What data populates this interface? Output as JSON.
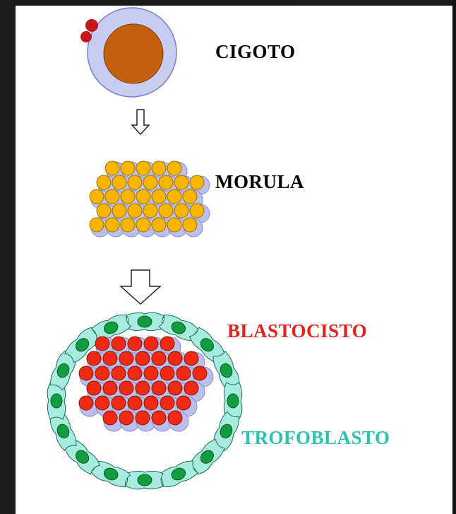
{
  "stages": [
    {
      "label": "CIGOTO",
      "color": "#000000"
    },
    {
      "label": "MORULA",
      "color": "#000000"
    },
    {
      "label": "BLASTOCISTO",
      "color": "#e8201b"
    },
    {
      "label": "TROFOBLASTO",
      "color": "#2bc4b0"
    }
  ],
  "colors": {
    "zygote_membrane": "#c8cbf2",
    "zygote_nucleus": "#c45f0e",
    "polar_body": "#c4141c",
    "morula_cell": "#f7b500",
    "morula_membrane": "#bcbfec",
    "icm_cell": "#ee2b12",
    "trophoblast_cell": "#a8ecdf",
    "trophoblast_nucleus": "#139b40"
  },
  "icons": [
    "down-arrow-icon",
    "down-arrow-icon"
  ]
}
